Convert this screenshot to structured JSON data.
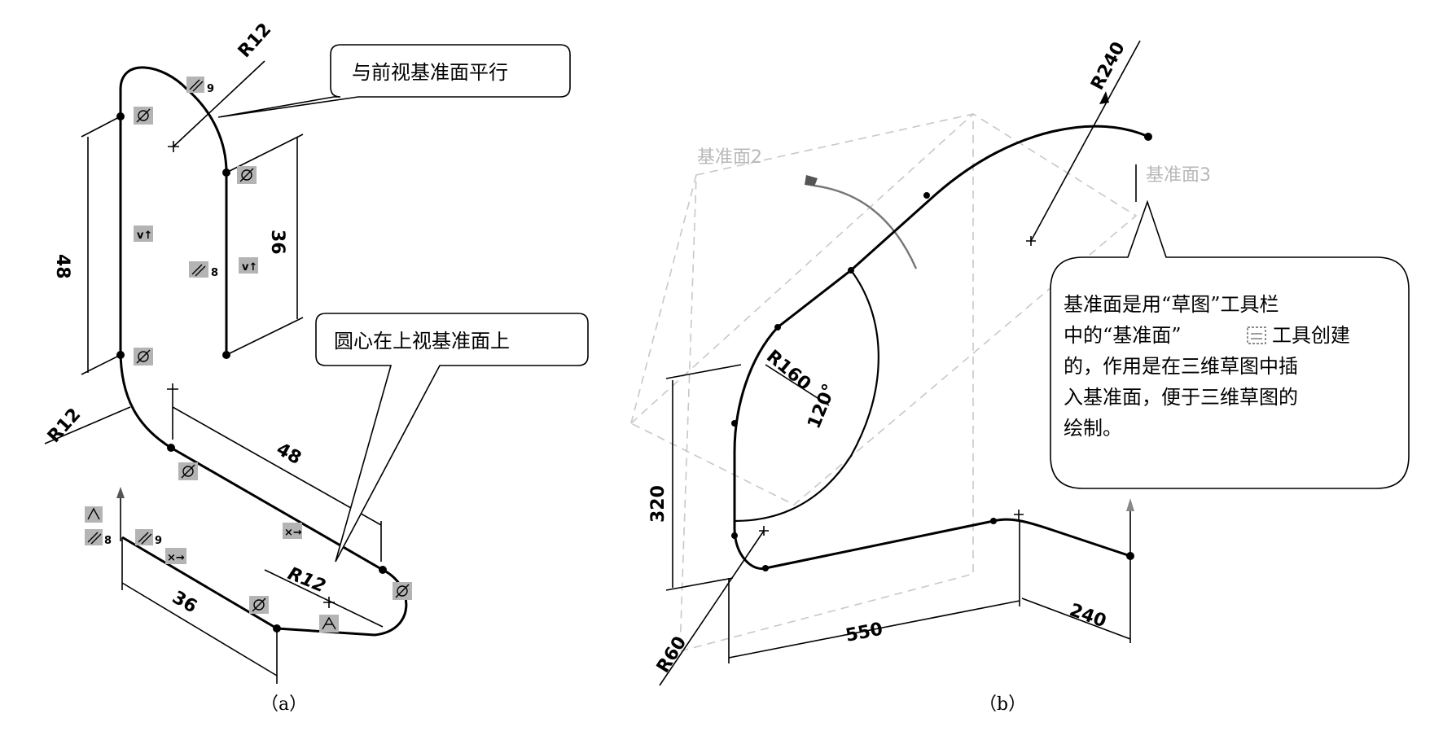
{
  "panel_a": {
    "caption": "（a）",
    "dims": {
      "r_top": "R12",
      "len_48_vertical": "48",
      "len_36_vertical": "36",
      "r_left": "R12",
      "len_48_diag": "48",
      "r_bottom": "R12",
      "len_36_bottom": "36"
    },
    "callout_top": "与前视基准面平行",
    "callout_mid": "圆心在上视基准面上",
    "relation_numbers": {
      "n9_top": "9",
      "n8_mid": "8",
      "n8_left": "8",
      "n9_left": "9"
    }
  },
  "panel_b": {
    "caption": "（b）",
    "plane2": "基准面2",
    "plane3": "基准面3",
    "dims": {
      "r240": "R240",
      "r160": "R160",
      "angle": "120°",
      "len_320": "320",
      "len_550": "550",
      "len_240": "240",
      "r60": "R60"
    },
    "note_lines": [
      "基准面是用“草图”工具栏",
      "中的“基准面”",
      "工具创建",
      "的，作用是在三维草图中插",
      "入基准面，便于三维草图的",
      "绘制。"
    ]
  }
}
